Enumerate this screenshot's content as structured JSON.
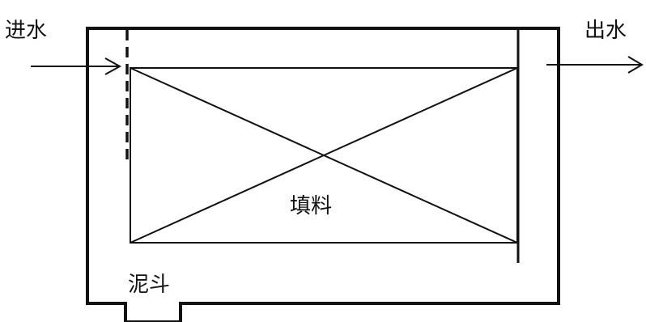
{
  "labels": {
    "inlet": "进水",
    "outlet": "出水",
    "packing": "填料",
    "sludge_hopper": "泥斗"
  },
  "colors": {
    "stroke": "#111111",
    "background": "#ffffff"
  }
}
